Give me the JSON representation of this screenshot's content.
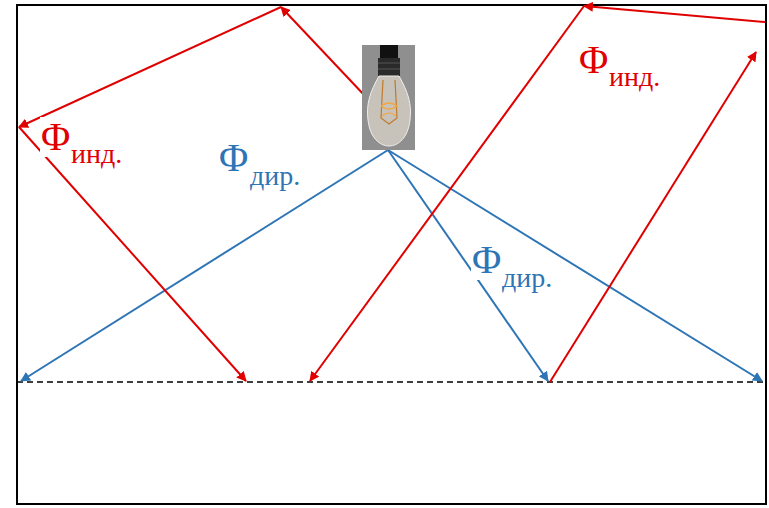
{
  "diagram": {
    "labels": [
      "Φ",
      "инд.",
      "Φ",
      "дир.",
      "Φ",
      "инд.",
      "Φ",
      "дир."
    ]
  }
}
